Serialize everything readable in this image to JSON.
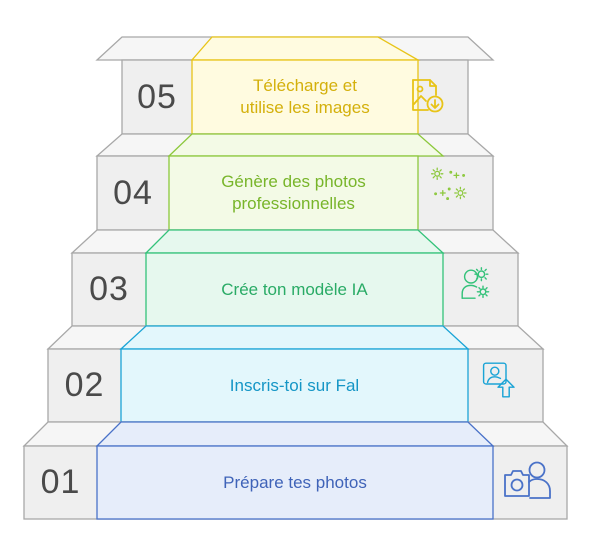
{
  "steps": [
    {
      "number": "01",
      "label": "Prépare tes photos",
      "icon": "camera-user-icon",
      "color": "#4a72c8",
      "fill": "#e6edfa"
    },
    {
      "number": "02",
      "label": "Inscris-toi sur Fal",
      "icon": "user-upload-icon",
      "color": "#1ba4d6",
      "fill": "#e3f7fc"
    },
    {
      "number": "03",
      "label": "Crée ton modèle IA",
      "icon": "user-gear-icon",
      "color": "#34c27a",
      "fill": "#e6f8ee"
    },
    {
      "number": "04",
      "label": "Génère des photos\nprofessionnelles",
      "icon": "sparkle-icon",
      "color": "#8cc83c",
      "fill": "#f3fae6"
    },
    {
      "number": "05",
      "label": "Télécharge et\nutilise les images",
      "icon": "image-download-icon",
      "color": "#e8c418",
      "fill": "#fffbe0"
    }
  ],
  "colors": {
    "gray_fill": "#efefef",
    "gray_side": "#f8f8f8",
    "gray_stroke": "#a8a8a8"
  }
}
